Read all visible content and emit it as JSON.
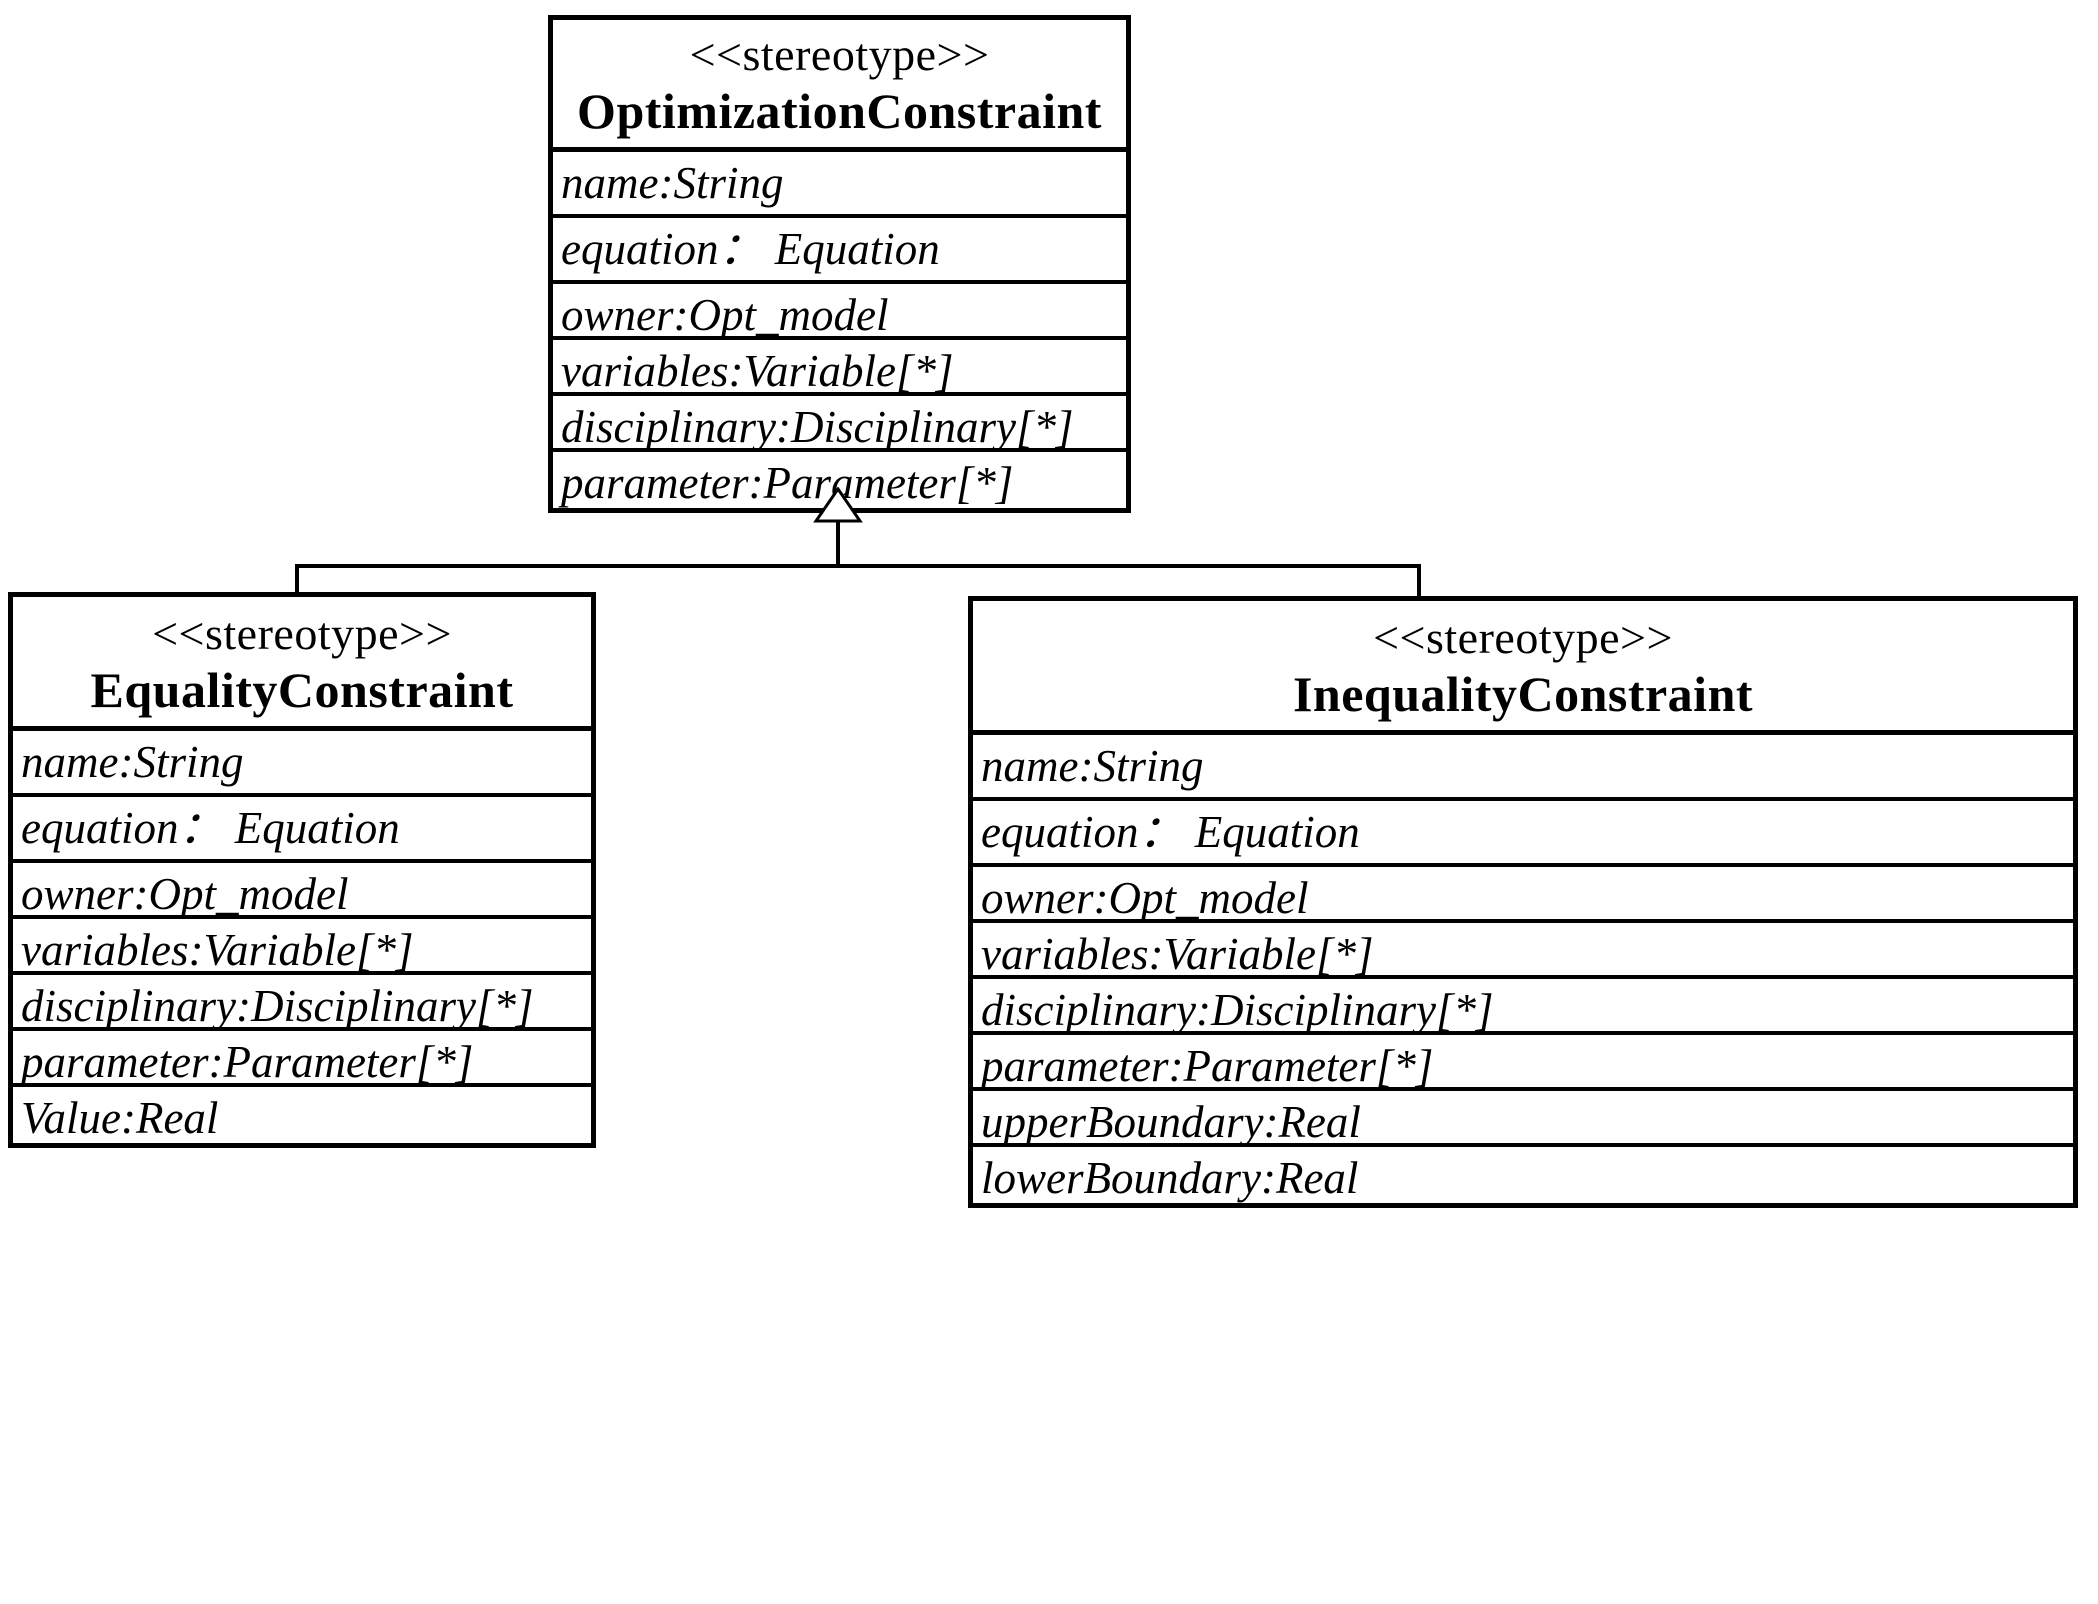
{
  "diagram": {
    "type": "uml-class-diagram",
    "relationship": "generalization",
    "notation": {
      "stereotype_marker": "<<stereotype>>",
      "generalization_arrow": "hollow-triangle",
      "line_color": "#000000",
      "background_color": "#ffffff"
    }
  },
  "classes": {
    "parent": {
      "stereotype": "<<stereotype>>",
      "name": "OptimizationConstraint",
      "attributes": [
        "name:String",
        "equation： Equation",
        "owner:Opt_model",
        "variables:Variable[*]",
        "disciplinary:Disciplinary[*]",
        "parameter:Parameter[*]"
      ]
    },
    "child_left": {
      "stereotype": "<<stereotype>>",
      "name": "EqualityConstraint",
      "attributes": [
        "name:String",
        "equation： Equation",
        "owner:Opt_model",
        "variables:Variable[*]",
        "disciplinary:Disciplinary[*]",
        "parameter:Parameter[*]",
        "Value:Real"
      ]
    },
    "child_right": {
      "stereotype": "<<stereotype>>",
      "name": "InequalityConstraint",
      "attributes": [
        "name:String",
        "equation： Equation",
        "owner:Opt_model",
        "variables:Variable[*]",
        "disciplinary:Disciplinary[*]",
        "parameter:Parameter[*]",
        "upperBoundary:Real",
        "lowerBoundary:Real"
      ]
    }
  }
}
